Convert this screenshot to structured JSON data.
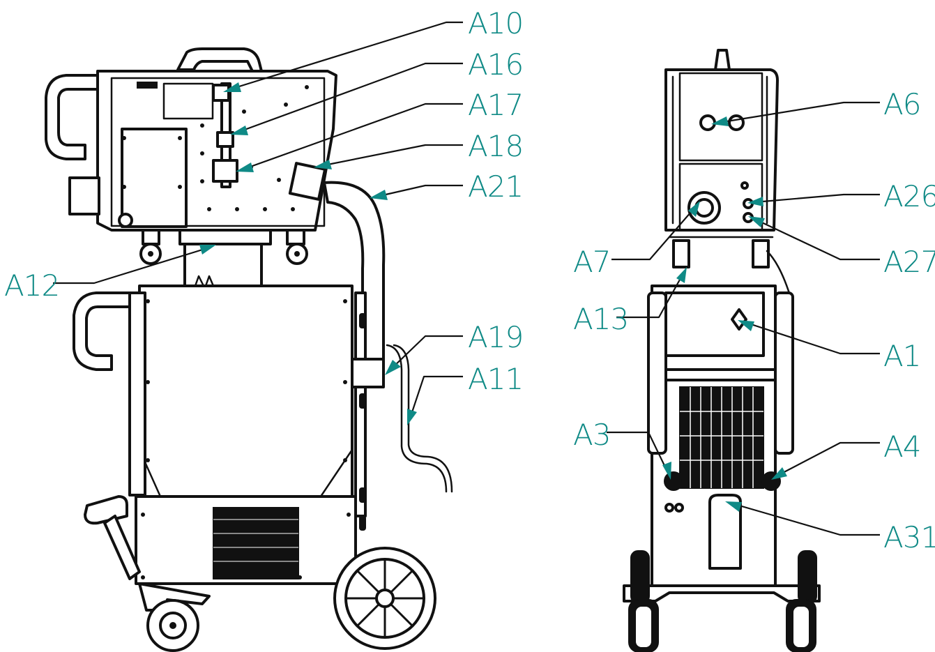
{
  "colors": {
    "accent": "#0f8a86",
    "line": "#111111",
    "background": "#ffffff"
  },
  "callouts": {
    "a10": "A10",
    "a16": "A16",
    "a17": "A17",
    "a18": "A18",
    "a21": "A21",
    "a12": "A12",
    "a19": "A19",
    "a11": "A11",
    "a6": "A6",
    "a26": "A26",
    "a27": "A27",
    "a7": "A7",
    "a13": "A13",
    "a1": "A1",
    "a3": "A3",
    "a4": "A4",
    "a31": "A31"
  }
}
